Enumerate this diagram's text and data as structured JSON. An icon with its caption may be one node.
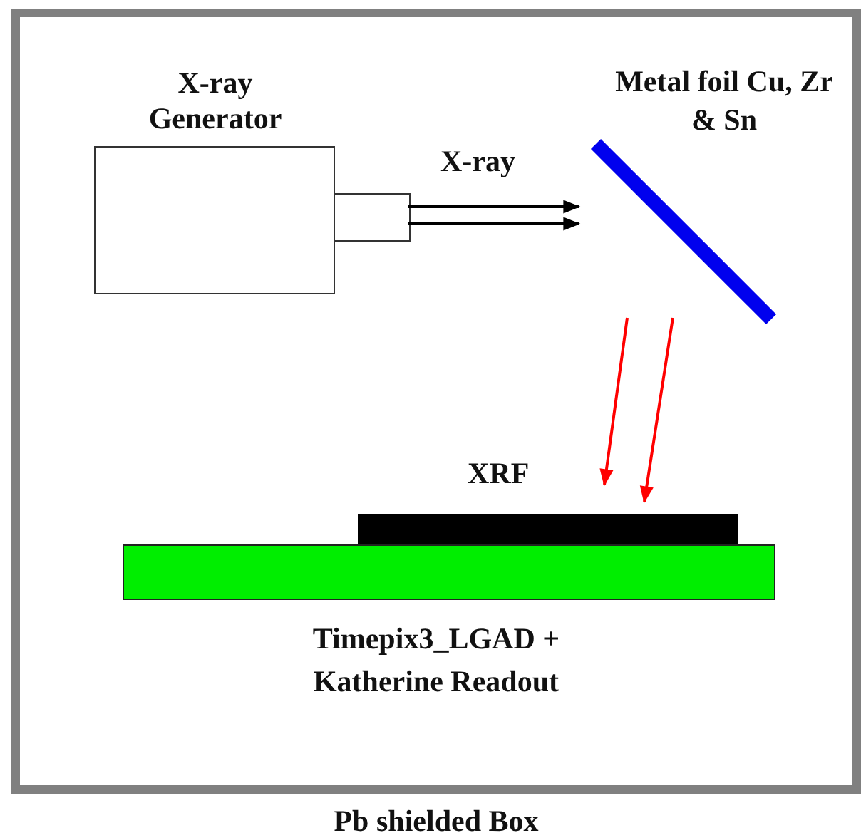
{
  "diagram": {
    "nodes": [
      {
        "text": [
          "Pb shielded Box"
        ]
      },
      {
        "text": [
          "X-ray Generator"
        ],
        "in": 0
      },
      {
        "text": [
          "Metal foil Cu, Zr & Sn"
        ],
        "in": 0
      },
      {
        "text": [
          "Timepix3_LGAD + Katherine Readout"
        ],
        "in": 0
      }
    ],
    "edges": [
      {
        "from": 1,
        "to": 2,
        "arrow": "to",
        "label": "X-ray"
      },
      {
        "from": 1,
        "to": 2,
        "arrow": "to"
      },
      {
        "from": 2,
        "to": 3,
        "arrow": "to",
        "color": "#ff0000",
        "label": "XRF"
      },
      {
        "from": 2,
        "to": 3,
        "arrow": "to",
        "color": "#ff0000"
      }
    ]
  }
}
